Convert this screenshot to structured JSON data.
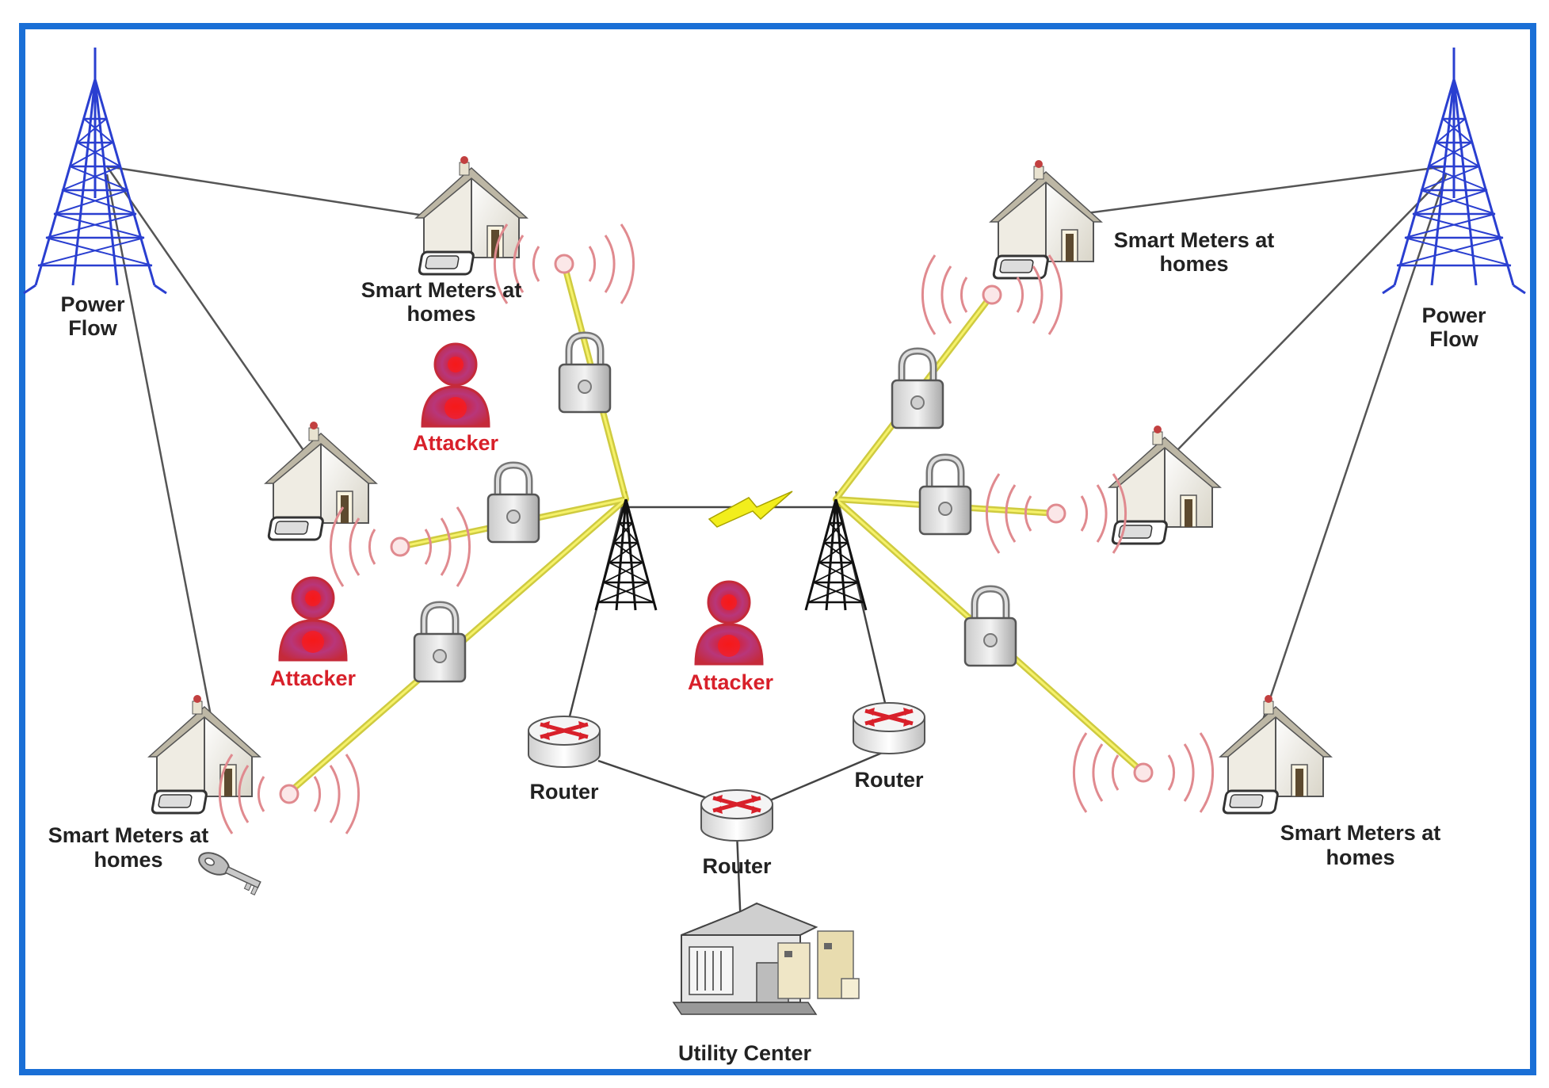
{
  "labels": {
    "power_flow_line1": "Power",
    "power_flow_line2": "Flow",
    "smart_meters_line1": "Smart Meters at",
    "smart_meters_line2": "homes",
    "attacker": "Attacker",
    "router": "Router",
    "utility_center": "Utility Center"
  },
  "colors": {
    "frame": "#1a6fd6",
    "pylon": "#2a3fd0",
    "attacker": "#d8202a",
    "wireless_wave": "#e08a8f",
    "secured_link": "#e8e33a",
    "lightning": "#f2ee1c",
    "router_arrows": "#d8202a"
  },
  "icons": [
    "pylon-icon",
    "house-icon",
    "smart-meter-icon",
    "padlock-icon",
    "attacker-icon",
    "cell-tower-icon",
    "router-icon",
    "utility-building-icon",
    "key-icon",
    "lightning-icon",
    "wireless-signal-icon"
  ]
}
